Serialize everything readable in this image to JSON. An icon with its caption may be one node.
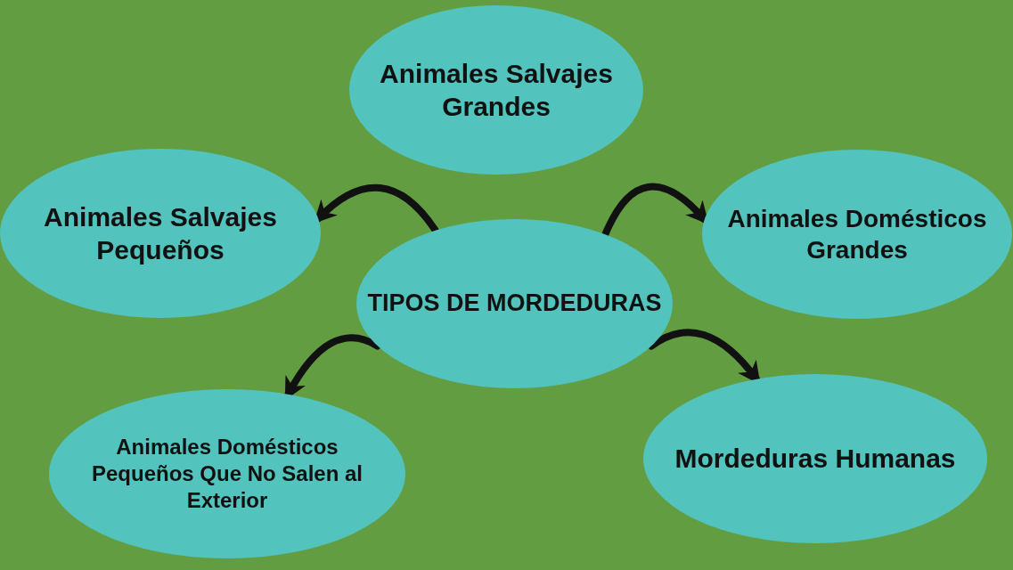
{
  "diagram": {
    "nodes": [
      {
        "text": [
          "Animales Salvajes Grandes"
        ]
      },
      {
        "text": [
          "Animales Salvajes Pequeños"
        ]
      },
      {
        "text": [
          "Animales Domésticos Grandes"
        ]
      },
      {
        "text": [
          "TIPOS DE MORDEDURAS"
        ]
      },
      {
        "text": [
          "Animales Domésticos Pequeños Que No Salen al Exterior"
        ]
      },
      {
        "text": [
          "Mordeduras Humanas"
        ]
      }
    ],
    "edges": [
      {
        "from": 3,
        "to": 1,
        "arrow": "to"
      },
      {
        "from": 3,
        "to": 2,
        "arrow": "to"
      },
      {
        "from": 3,
        "to": 4,
        "arrow": "to"
      },
      {
        "from": 3,
        "to": 5,
        "arrow": "to"
      }
    ]
  }
}
